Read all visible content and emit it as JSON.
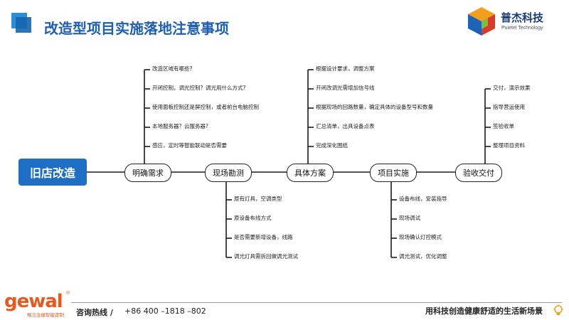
{
  "header": {
    "title": "改造型项目实施落地注意事项",
    "logo_name": "普杰科技",
    "logo_sub": "Puietel   Technology"
  },
  "diagram": {
    "root": "旧店改造",
    "stages": [
      {
        "label": "明确需求",
        "notes": [
          "改造区域有哪些?",
          "开闭控制，调光控制？调光用什么方式?",
          "使用面板控制还是屏控制，或者前台电脑控制",
          "本地服务器？云服务器?",
          "感应，定时等智能联动是否需要"
        ]
      },
      {
        "label": "现场勘测",
        "notes": [
          "原有灯具，空调类型",
          "原设备布线方式",
          "是否需要新增设备，线路",
          "调光灯具需拆回做调光测试"
        ]
      },
      {
        "label": "具体方案",
        "notes": [
          "根据设计要求，调整方案",
          "开闭改调光需增加信号线",
          "根据现场的回路数量，确定具体的设备型号和数量",
          "汇总清单，出具设备点表",
          "完成深化图纸"
        ]
      },
      {
        "label": "项目实施",
        "notes": [
          "设备布线，安装指导",
          "现场调试",
          "现场确认灯控模式",
          "调光测试，优化调整"
        ]
      },
      {
        "label": "验收交付",
        "notes": [
          "交付，演示效果",
          "指导营运使用",
          "签验收单",
          "整理项目资料"
        ]
      }
    ]
  },
  "footer": {
    "brand": "gewal",
    "brand_reg": "®",
    "brand_tag": "格兰全屋智能定制",
    "hotline_label": "咨询热线 /",
    "hotline_number": "+86 400 –1818 –802",
    "slogan": "用科技创造健康舒适的生活新场景"
  },
  "colors": {
    "title": "#1e5fb4",
    "root_fill": "#1e6ec3",
    "brand": "#e8571e"
  }
}
